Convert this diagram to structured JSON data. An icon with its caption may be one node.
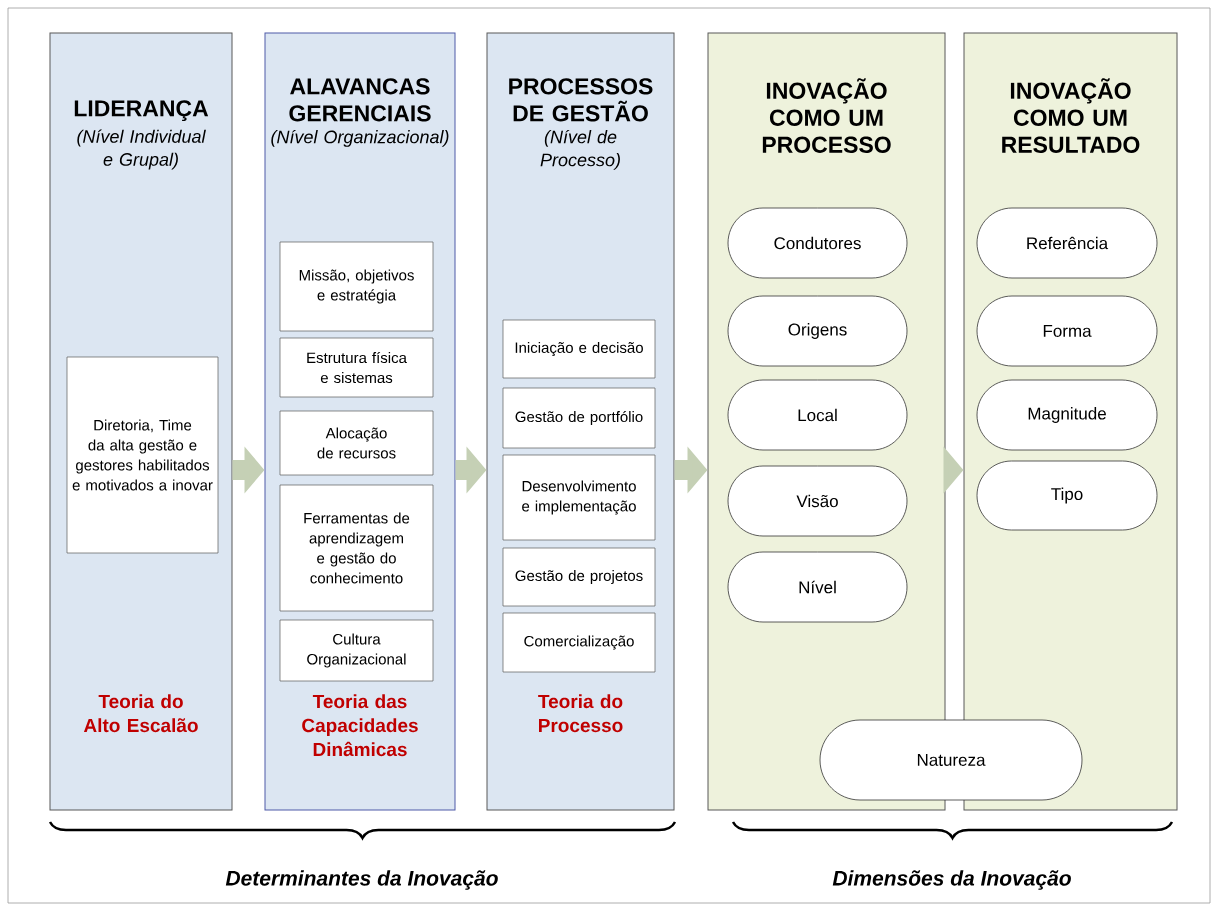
{
  "diagram": {
    "nodes": [
      {
        "text": [
          "LIDERANÇA",
          "(Nível Individual e Grupal)",
          "Teoria do Alto Escalão"
        ]
      },
      {
        "text": [
          "Diretoria, Time da alta gestão e gestores habilitados e motivados a inovar"
        ],
        "in": 0
      },
      {
        "text": [
          "ALAVANCAS GERENCIAIS",
          "(Nível Organizacional)",
          "Teoria das Capacidades Dinâmicas"
        ]
      },
      {
        "text": [
          "Missão, objetivos e estratégia"
        ],
        "in": 2
      },
      {
        "text": [
          "Estrutura física e sistemas"
        ],
        "in": 2
      },
      {
        "text": [
          "Alocação de recursos"
        ],
        "in": 2
      },
      {
        "text": [
          "Ferramentas de aprendizagem e gestão do conhecimento"
        ],
        "in": 2
      },
      {
        "text": [
          "Cultura Organizacional"
        ],
        "in": 2
      },
      {
        "text": [
          "PROCESSOS DE GESTÃO",
          "(Nível de Processo)",
          "Teoria do Processo"
        ]
      },
      {
        "text": [
          "Iniciação e decisão"
        ],
        "in": 8
      },
      {
        "text": [
          "Gestão de portfólio"
        ],
        "in": 8
      },
      {
        "text": [
          "Desenvolvimento e implementação"
        ],
        "in": 8
      },
      {
        "text": [
          "Gestão de projetos"
        ],
        "in": 8
      },
      {
        "text": [
          "Comercialização"
        ],
        "in": 8
      },
      {
        "text": [
          "INOVAÇÃO COMO UM PROCESSO"
        ]
      },
      {
        "text": [
          "Condutores"
        ],
        "in": 14
      },
      {
        "text": [
          "Origens"
        ],
        "in": 14
      },
      {
        "text": [
          "Local"
        ],
        "in": 14
      },
      {
        "text": [
          "Visão"
        ],
        "in": 14
      },
      {
        "text": [
          "Nível"
        ],
        "in": 14
      },
      {
        "text": [
          "INOVAÇÃO COMO UM RESULTADO"
        ]
      },
      {
        "text": [
          "Referência"
        ],
        "in": 20
      },
      {
        "text": [
          "Forma"
        ],
        "in": 20
      },
      {
        "text": [
          "Magnitude"
        ],
        "in": 20
      },
      {
        "text": [
          "Tipo"
        ],
        "in": 20
      },
      {
        "text": [
          "Natureza"
        ]
      }
    ],
    "edges": [
      {
        "from": 0,
        "to": 2,
        "arrow": "to"
      },
      {
        "from": 2,
        "to": 8,
        "arrow": "to"
      },
      {
        "from": 8,
        "to": 14,
        "arrow": "to"
      },
      {
        "from": 14,
        "to": 20,
        "arrow": "to"
      }
    ],
    "labels": [
      "Determinantes da Inovação",
      "Dimensões da Inovação"
    ]
  }
}
